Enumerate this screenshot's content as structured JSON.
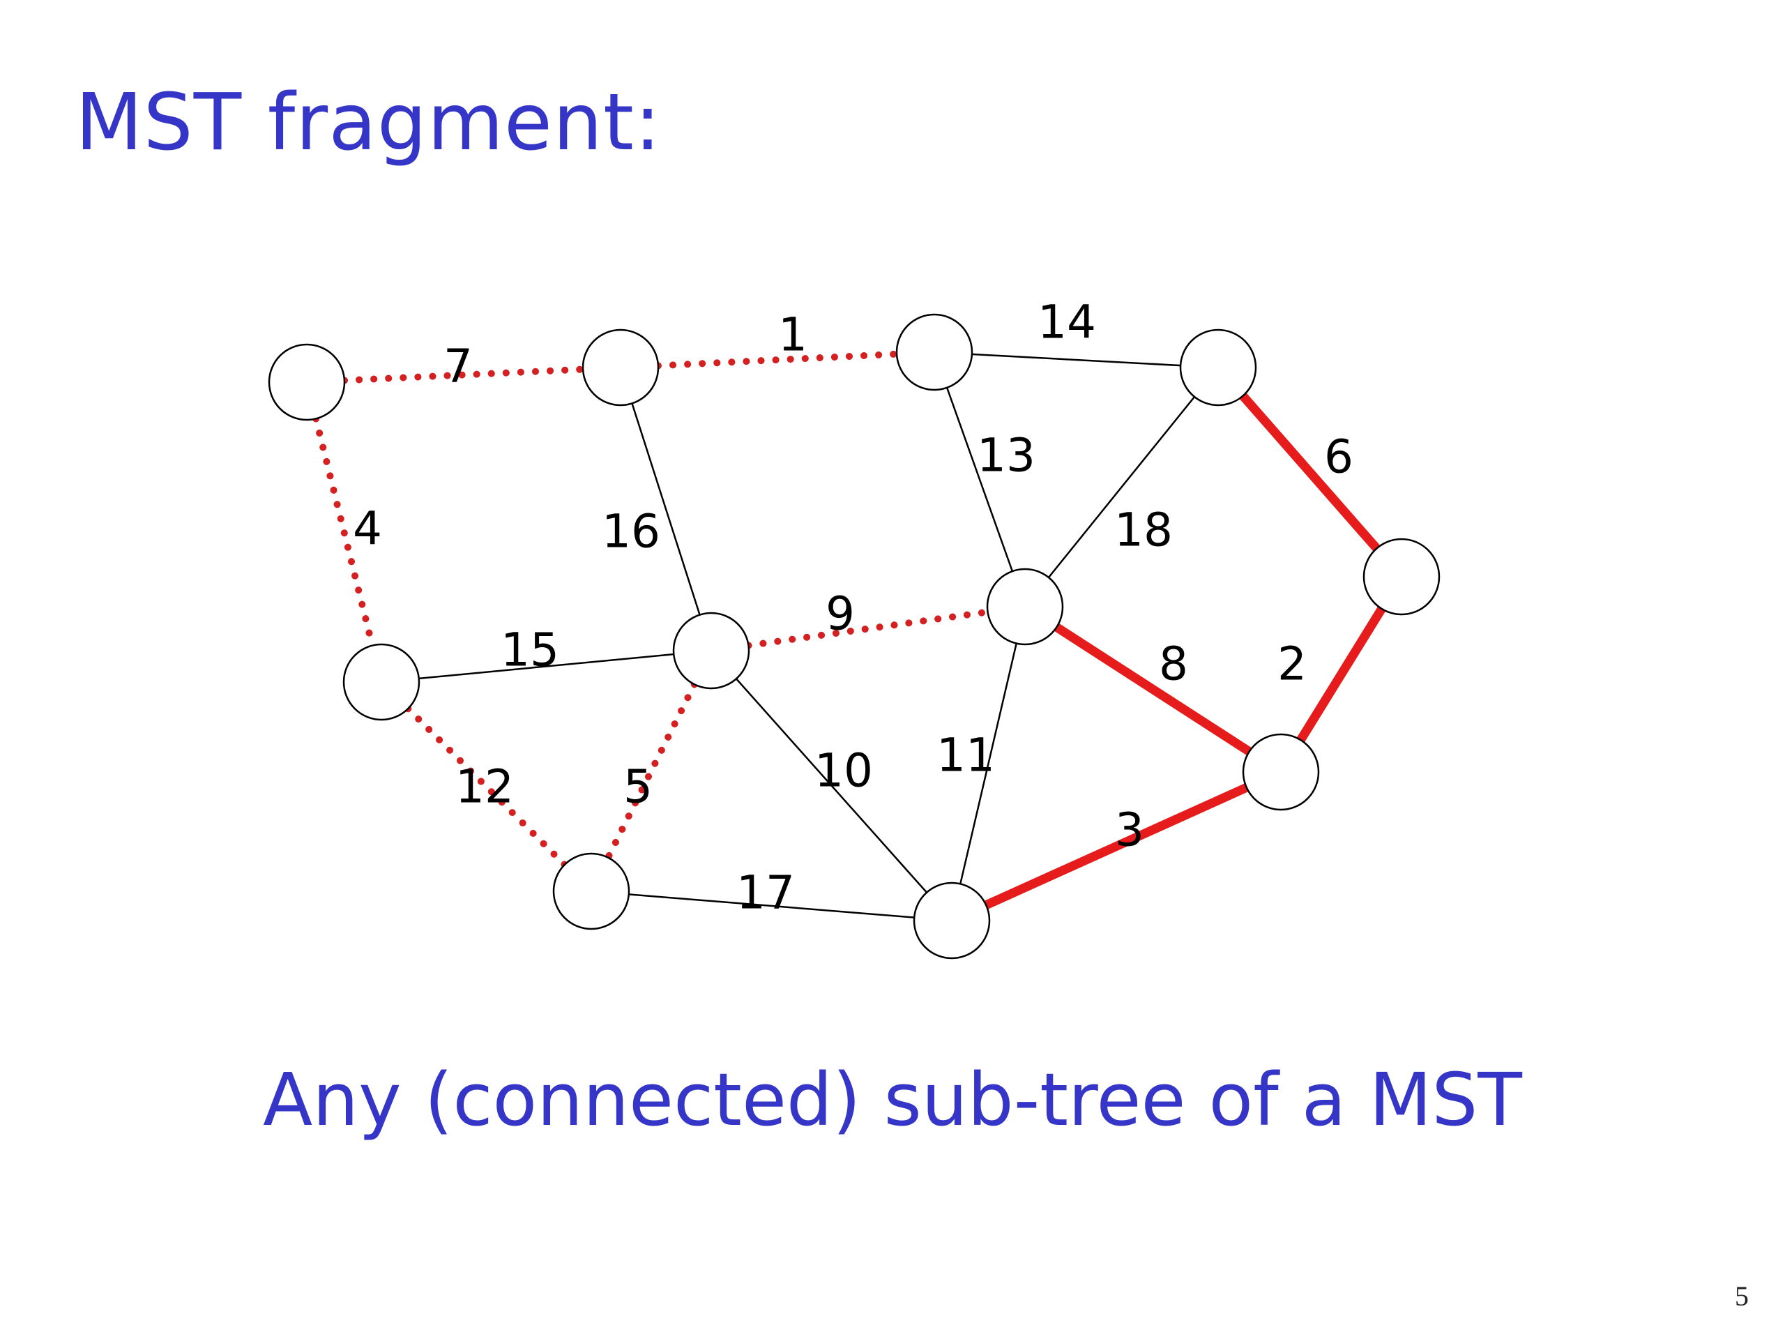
{
  "slide": {
    "title": "MST fragment:",
    "caption": "Any (connected) sub-tree of a MST",
    "page_number": "5"
  },
  "colors": {
    "text_blue": "#3535c8",
    "fragment_red": "#e61c1c",
    "mst_dotted_red": "#d42020",
    "plain_edge": "#000000"
  },
  "graph": {
    "nodes": [
      "a",
      "b",
      "c",
      "d",
      "e",
      "f",
      "g",
      "h",
      "i",
      "j",
      "k",
      "l"
    ],
    "edges": [
      {
        "from": "a",
        "to": "b",
        "weight": "7",
        "style": "mst-dotted"
      },
      {
        "from": "b",
        "to": "c",
        "weight": "1",
        "style": "mst-dotted"
      },
      {
        "from": "c",
        "to": "d",
        "weight": "14",
        "style": "plain"
      },
      {
        "from": "a",
        "to": "e",
        "weight": "4",
        "style": "mst-dotted"
      },
      {
        "from": "b",
        "to": "f",
        "weight": "16",
        "style": "plain"
      },
      {
        "from": "c",
        "to": "g",
        "weight": "13",
        "style": "plain"
      },
      {
        "from": "d",
        "to": "g",
        "weight": "18",
        "style": "plain"
      },
      {
        "from": "d",
        "to": "h",
        "weight": "6",
        "style": "fragment"
      },
      {
        "from": "e",
        "to": "f",
        "weight": "15",
        "style": "plain"
      },
      {
        "from": "f",
        "to": "g",
        "weight": "9",
        "style": "mst-dotted"
      },
      {
        "from": "g",
        "to": "i",
        "weight": "8",
        "style": "fragment"
      },
      {
        "from": "h",
        "to": "i",
        "weight": "2",
        "style": "fragment"
      },
      {
        "from": "e",
        "to": "j",
        "weight": "12",
        "style": "mst-dotted"
      },
      {
        "from": "f",
        "to": "j",
        "weight": "5",
        "style": "mst-dotted"
      },
      {
        "from": "f",
        "to": "k",
        "weight": "10",
        "style": "plain"
      },
      {
        "from": "g",
        "to": "k",
        "weight": "11",
        "style": "plain"
      },
      {
        "from": "j",
        "to": "k",
        "weight": "17",
        "style": "plain"
      },
      {
        "from": "k",
        "to": "i",
        "weight": "3",
        "style": "fragment"
      }
    ]
  }
}
